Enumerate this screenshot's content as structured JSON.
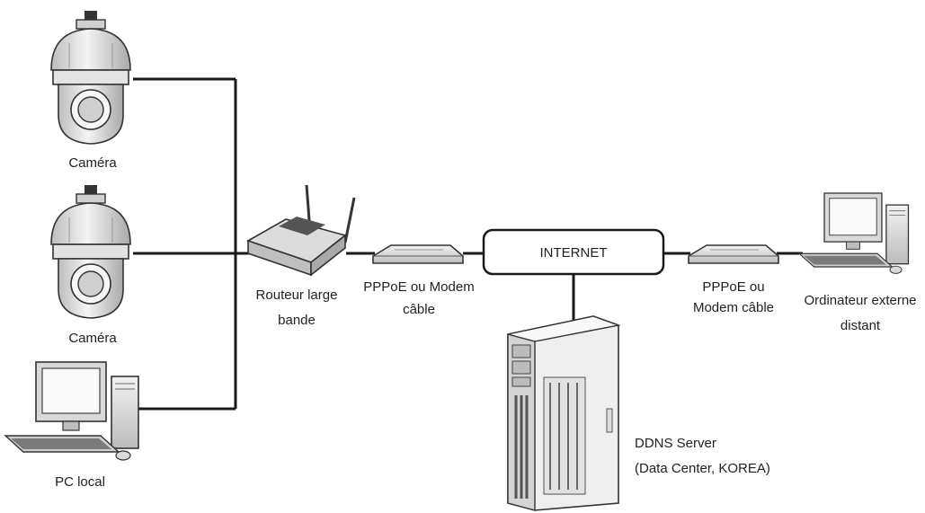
{
  "nodes": {
    "camera1": {
      "label": "Caméra"
    },
    "camera2": {
      "label": "Caméra"
    },
    "pc_local": {
      "label": "PC local"
    },
    "router": {
      "line1": "Routeur large",
      "line2": "bande"
    },
    "modem_left": {
      "line1": "PPPoE ou Modem",
      "line2": "câble"
    },
    "internet": {
      "label": "INTERNET"
    },
    "modem_right": {
      "line1": "PPPoE ou",
      "line2": "Modem câble"
    },
    "remote_pc": {
      "line1": "Ordinateur externe",
      "line2": "distant"
    },
    "ddns": {
      "line1": "DDNS Server",
      "line2": "(Data Center, KOREA)"
    }
  },
  "colors": {
    "line": "#1a1a1a",
    "device_fill": "#e6e6e6",
    "device_dark": "#555555"
  }
}
